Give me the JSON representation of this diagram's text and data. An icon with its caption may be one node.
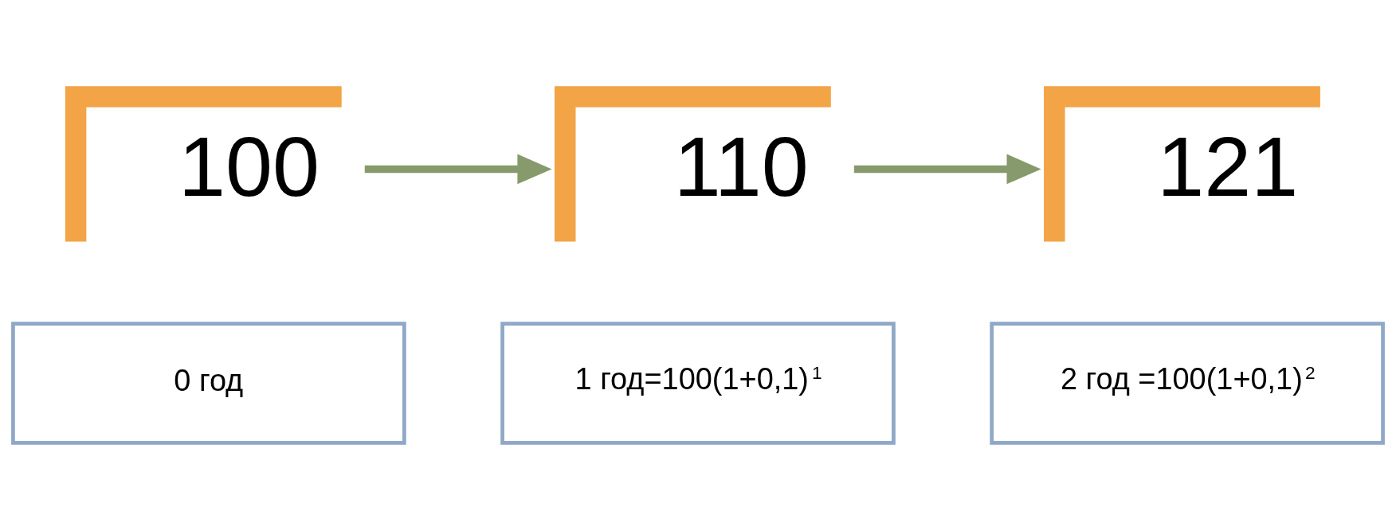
{
  "diagram": {
    "nodes": [
      {
        "text": [
          "100"
        ]
      },
      {
        "text": [
          "110"
        ]
      },
      {
        "text": [
          "121"
        ]
      },
      {
        "text": [
          "0 год"
        ]
      },
      {
        "text": [
          "1 год=100(1+0,1)$^{1}$"
        ]
      },
      {
        "text": [
          "2 год =100(1+0,1)$^{2}$"
        ]
      }
    ],
    "edges": [
      {
        "from": 0,
        "to": 1,
        "arrow": "to"
      },
      {
        "from": 1,
        "to": 2,
        "arrow": "to"
      }
    ]
  }
}
